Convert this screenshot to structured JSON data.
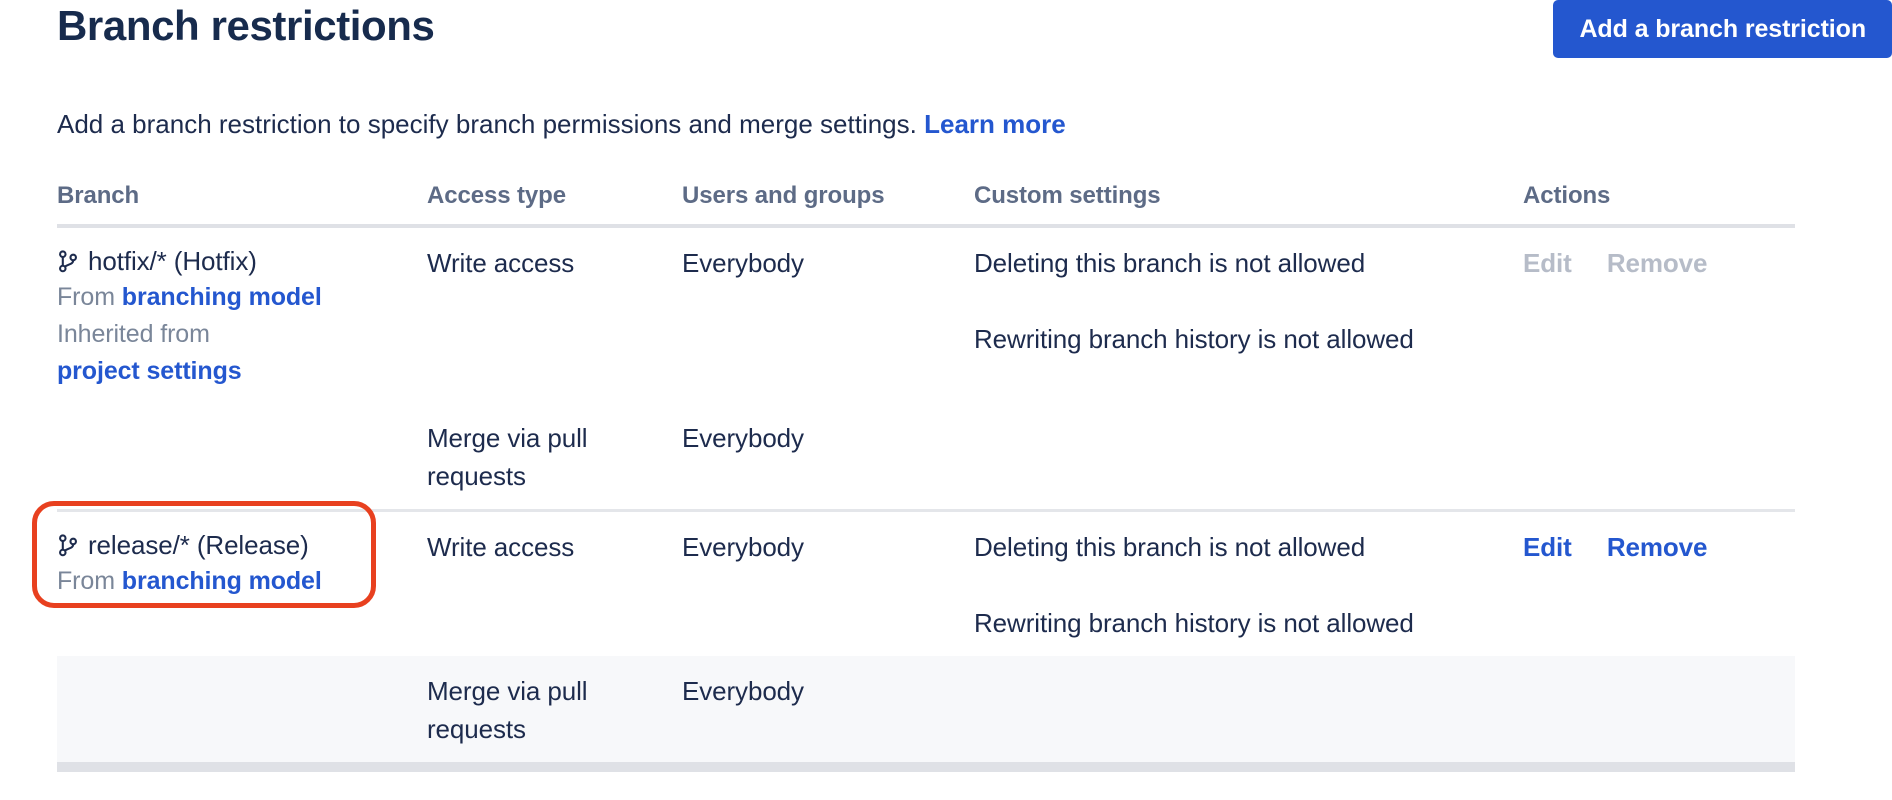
{
  "header": {
    "title": "Branch restrictions",
    "add_button_label": "Add a branch restriction"
  },
  "intro": {
    "text": "Add a branch restriction to specify branch permissions and merge settings.",
    "learn_more_label": "Learn more"
  },
  "table": {
    "columns": [
      "Branch",
      "Access type",
      "Users and groups",
      "Custom settings",
      "Actions"
    ],
    "rows": [
      {
        "branch_name": "hotfix/* (Hotfix)",
        "branch_icon": "git-branch-icon",
        "from_prefix": "From",
        "from_link": "branching model",
        "inherited_prefix": "Inherited from",
        "inherited_link": "project settings",
        "access_type": "Write access",
        "users_and_groups": "Everybody",
        "custom_settings": [
          "Deleting this branch is not allowed",
          "Rewriting branch history is not allowed"
        ],
        "edit_label": "Edit",
        "remove_label": "Remove",
        "actions_enabled": false,
        "highlighted": false
      },
      {
        "branch_name": "",
        "access_type": "Merge via pull requests",
        "users_and_groups": "Everybody",
        "custom_settings": [],
        "edit_label": "",
        "remove_label": "",
        "actions_enabled": false,
        "highlighted": false
      },
      {
        "branch_name": "release/* (Release)",
        "branch_icon": "git-branch-icon",
        "from_prefix": "From",
        "from_link": "branching model",
        "inherited_prefix": "",
        "inherited_link": "",
        "access_type": "Write access",
        "users_and_groups": "Everybody",
        "custom_settings": [
          "Deleting this branch is not allowed",
          "Rewriting branch history is not allowed"
        ],
        "edit_label": "Edit",
        "remove_label": "Remove",
        "actions_enabled": true,
        "highlighted": true
      },
      {
        "branch_name": "",
        "access_type": "Merge via pull requests",
        "users_and_groups": "Everybody",
        "custom_settings": [],
        "edit_label": "",
        "remove_label": "",
        "actions_enabled": false,
        "highlighted": false
      }
    ]
  },
  "colors": {
    "accent_blue": "#2457cf",
    "text_dark": "#1d2b4d",
    "text_muted": "#7a8699",
    "header_text": "#5d6b86",
    "disabled_link": "#b6bcc8",
    "annotation_red": "#e8401f",
    "row_shade": "#f7f8fa",
    "divider": "#dfe1e6"
  }
}
